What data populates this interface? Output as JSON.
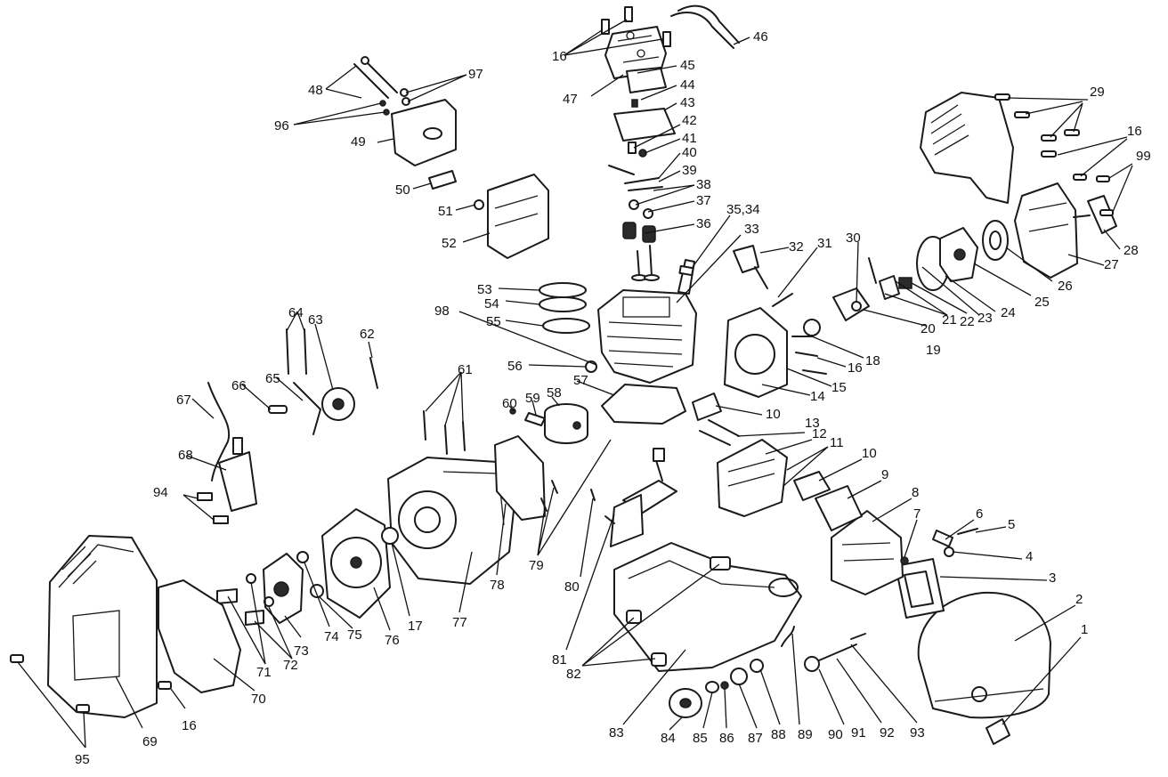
{
  "labels": [
    {
      "id": "l1",
      "text": "1"
    },
    {
      "id": "l2",
      "text": "2"
    },
    {
      "id": "l3",
      "text": "3"
    },
    {
      "id": "l4",
      "text": "4"
    },
    {
      "id": "l5",
      "text": "5"
    },
    {
      "id": "l6",
      "text": "6"
    },
    {
      "id": "l7",
      "text": "7"
    },
    {
      "id": "l8",
      "text": "8"
    },
    {
      "id": "l9",
      "text": "9"
    },
    {
      "id": "l10a",
      "text": "10"
    },
    {
      "id": "l10b",
      "text": "10"
    },
    {
      "id": "l11",
      "text": "11"
    },
    {
      "id": "l12",
      "text": "12"
    },
    {
      "id": "l13",
      "text": "13"
    },
    {
      "id": "l14",
      "text": "14"
    },
    {
      "id": "l15",
      "text": "15"
    },
    {
      "id": "l16a",
      "text": "16"
    },
    {
      "id": "l16b",
      "text": "16"
    },
    {
      "id": "l16c",
      "text": "16"
    },
    {
      "id": "l16d",
      "text": "16"
    },
    {
      "id": "l17",
      "text": "17"
    },
    {
      "id": "l18",
      "text": "18"
    },
    {
      "id": "l19",
      "text": "19"
    },
    {
      "id": "l20",
      "text": "20"
    },
    {
      "id": "l21",
      "text": "21"
    },
    {
      "id": "l22",
      "text": "22"
    },
    {
      "id": "l23",
      "text": "23"
    },
    {
      "id": "l24",
      "text": "24"
    },
    {
      "id": "l25",
      "text": "25"
    },
    {
      "id": "l26",
      "text": "26"
    },
    {
      "id": "l27",
      "text": "27"
    },
    {
      "id": "l28",
      "text": "28"
    },
    {
      "id": "l29",
      "text": "29"
    },
    {
      "id": "l30",
      "text": "30"
    },
    {
      "id": "l31",
      "text": "31"
    },
    {
      "id": "l32",
      "text": "32"
    },
    {
      "id": "l33",
      "text": "33"
    },
    {
      "id": "l3534",
      "text": "35,34"
    },
    {
      "id": "l36",
      "text": "36"
    },
    {
      "id": "l37",
      "text": "37"
    },
    {
      "id": "l38",
      "text": "38"
    },
    {
      "id": "l39",
      "text": "39"
    },
    {
      "id": "l40",
      "text": "40"
    },
    {
      "id": "l41",
      "text": "41"
    },
    {
      "id": "l42",
      "text": "42"
    },
    {
      "id": "l43",
      "text": "43"
    },
    {
      "id": "l44",
      "text": "44"
    },
    {
      "id": "l45",
      "text": "45"
    },
    {
      "id": "l46",
      "text": "46"
    },
    {
      "id": "l47",
      "text": "47"
    },
    {
      "id": "l48",
      "text": "48"
    },
    {
      "id": "l49",
      "text": "49"
    },
    {
      "id": "l50",
      "text": "50"
    },
    {
      "id": "l51",
      "text": "51"
    },
    {
      "id": "l52",
      "text": "52"
    },
    {
      "id": "l53",
      "text": "53"
    },
    {
      "id": "l54",
      "text": "54"
    },
    {
      "id": "l55",
      "text": "55"
    },
    {
      "id": "l56",
      "text": "56"
    },
    {
      "id": "l57",
      "text": "57"
    },
    {
      "id": "l58",
      "text": "58"
    },
    {
      "id": "l59",
      "text": "59"
    },
    {
      "id": "l60",
      "text": "60"
    },
    {
      "id": "l61",
      "text": "61"
    },
    {
      "id": "l62",
      "text": "62"
    },
    {
      "id": "l63",
      "text": "63"
    },
    {
      "id": "l64",
      "text": "64"
    },
    {
      "id": "l65",
      "text": "65"
    },
    {
      "id": "l66",
      "text": "66"
    },
    {
      "id": "l67",
      "text": "67"
    },
    {
      "id": "l68",
      "text": "68"
    },
    {
      "id": "l69",
      "text": "69"
    },
    {
      "id": "l70",
      "text": "70"
    },
    {
      "id": "l71",
      "text": "71"
    },
    {
      "id": "l72",
      "text": "72"
    },
    {
      "id": "l73",
      "text": "73"
    },
    {
      "id": "l74",
      "text": "74"
    },
    {
      "id": "l75",
      "text": "75"
    },
    {
      "id": "l76",
      "text": "76"
    },
    {
      "id": "l77",
      "text": "77"
    },
    {
      "id": "l78",
      "text": "78"
    },
    {
      "id": "l79",
      "text": "79"
    },
    {
      "id": "l80",
      "text": "80"
    },
    {
      "id": "l81",
      "text": "81"
    },
    {
      "id": "l82",
      "text": "82"
    },
    {
      "id": "l83",
      "text": "83"
    },
    {
      "id": "l84",
      "text": "84"
    },
    {
      "id": "l85",
      "text": "85"
    },
    {
      "id": "l86",
      "text": "86"
    },
    {
      "id": "l87",
      "text": "87"
    },
    {
      "id": "l88",
      "text": "88"
    },
    {
      "id": "l89",
      "text": "89"
    },
    {
      "id": "l90",
      "text": "90"
    },
    {
      "id": "l91",
      "text": "91"
    },
    {
      "id": "l92",
      "text": "92"
    },
    {
      "id": "l93",
      "text": "93"
    },
    {
      "id": "l94",
      "text": "94"
    },
    {
      "id": "l95",
      "text": "95"
    },
    {
      "id": "l96",
      "text": "96"
    },
    {
      "id": "l97",
      "text": "97"
    },
    {
      "id": "l98",
      "text": "98"
    },
    {
      "id": "l99",
      "text": "99"
    }
  ]
}
